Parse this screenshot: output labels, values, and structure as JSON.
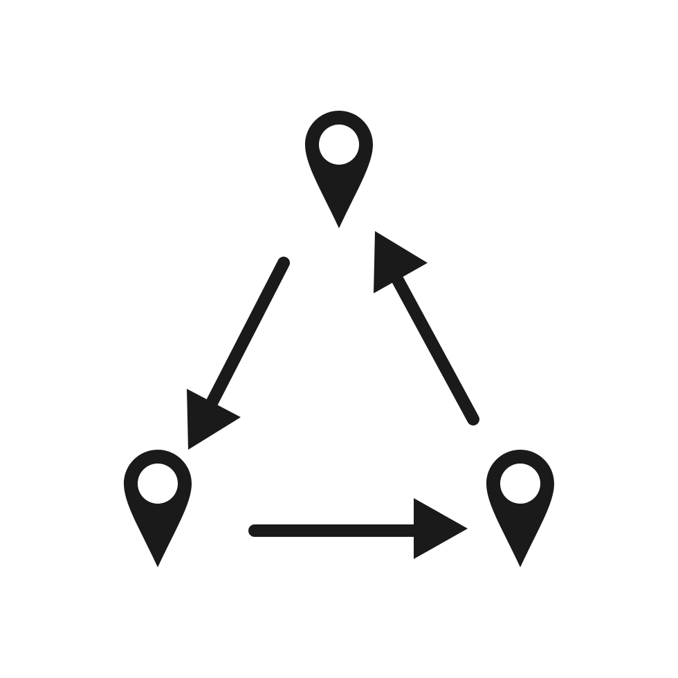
{
  "colors": {
    "background": "#ffffff",
    "ink": "#1a1a1a"
  },
  "icons": {
    "pin": "map-pin-icon",
    "arrow": "arrow-icon"
  },
  "pins": [
    {
      "name": "location-pin-top-icon"
    },
    {
      "name": "location-pin-bottom-left-icon"
    },
    {
      "name": "location-pin-bottom-right-icon"
    }
  ],
  "arrows": [
    {
      "name": "arrow-top-to-bottom-left-icon",
      "from": "top",
      "to": "bottom-left"
    },
    {
      "name": "arrow-bottom-left-to-bottom-right-icon",
      "from": "bottom-left",
      "to": "bottom-right"
    },
    {
      "name": "arrow-bottom-right-to-top-icon",
      "from": "bottom-right",
      "to": "top"
    }
  ]
}
